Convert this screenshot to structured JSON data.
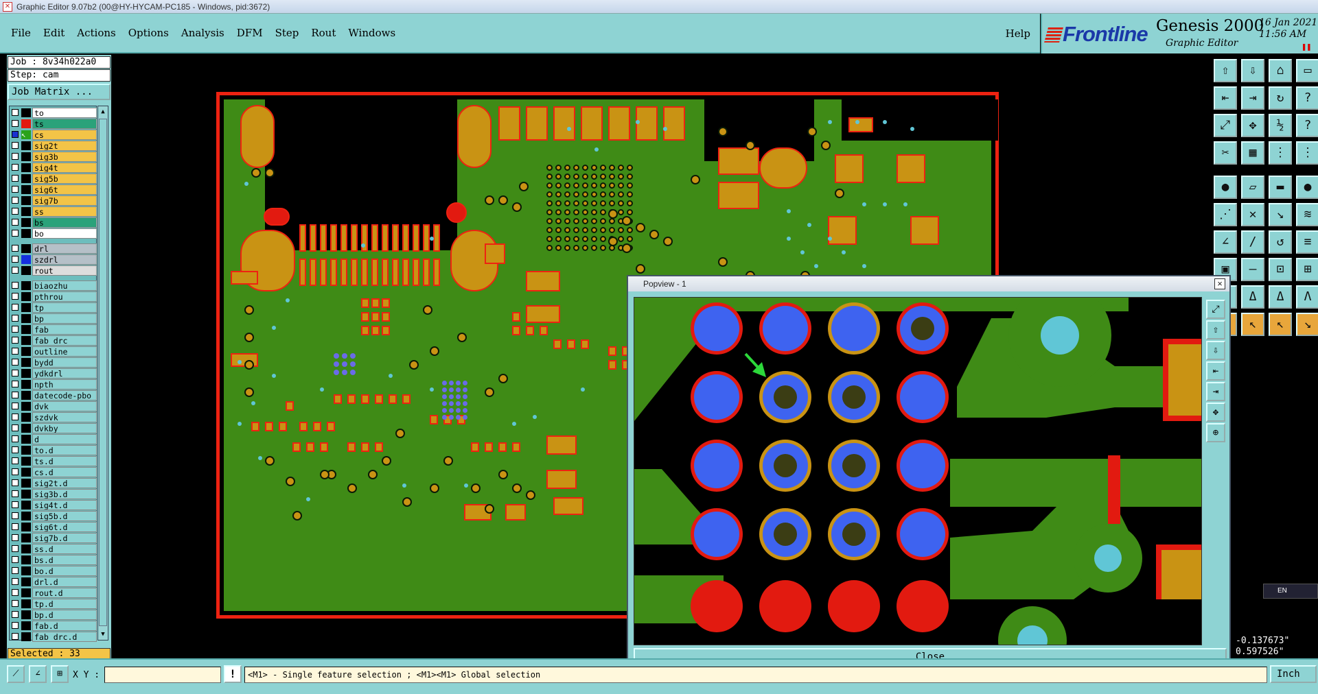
{
  "window": {
    "title": "Graphic Editor 9.07b2 (00@HY-HYCAM-PC185 - Windows, pid:3672)"
  },
  "menu": {
    "items": [
      "File",
      "Edit",
      "Actions",
      "Options",
      "Analysis",
      "DFM",
      "Step",
      "Rout",
      "Windows"
    ],
    "help": "Help"
  },
  "brand": {
    "logo": "Frontline",
    "product": "Genesis 2000",
    "subtitle": "Graphic Editor",
    "date": "16 Jan 2021",
    "time": "11:56 AM"
  },
  "job": {
    "job_label": "Job : 8v34h022a0",
    "step_label": "Step: cam",
    "matrix_button": "Job Matrix ..."
  },
  "layers": [
    {
      "name": "to",
      "color": "#000000",
      "bg": "#ffffff"
    },
    {
      "name": "ts",
      "color": "#e21a10",
      "bg": "#2aa27a"
    },
    {
      "name": "cs",
      "color": "#2aa21a",
      "bg": "#f3c447",
      "active": true
    },
    {
      "name": "sig2t",
      "color": "#000000",
      "bg": "#f3c447"
    },
    {
      "name": "sig3b",
      "color": "#000000",
      "bg": "#f3c447"
    },
    {
      "name": "sig4t",
      "color": "#000000",
      "bg": "#f3c447"
    },
    {
      "name": "sig5b",
      "color": "#000000",
      "bg": "#f3c447"
    },
    {
      "name": "sig6t",
      "color": "#000000",
      "bg": "#f3c447"
    },
    {
      "name": "sig7b",
      "color": "#000000",
      "bg": "#f3c447"
    },
    {
      "name": "ss",
      "color": "#000000",
      "bg": "#f3c447"
    },
    {
      "name": "bs",
      "color": "#000000",
      "bg": "#2aa27a"
    },
    {
      "name": "bo",
      "color": "#000000",
      "bg": "#ffffff"
    },
    {
      "name": "drl",
      "color": "#000000",
      "bg": "#b5c0c8"
    },
    {
      "name": "szdrl",
      "color": "#1530e0",
      "bg": "#b5c0c8"
    },
    {
      "name": "rout",
      "color": "#000000",
      "bg": "#dddddd"
    },
    {
      "name": "biaozhu",
      "color": "#000000",
      "bg": "#8ed3d3"
    },
    {
      "name": "pthrou",
      "color": "#000000",
      "bg": "#8ed3d3"
    },
    {
      "name": "tp",
      "color": "#000000",
      "bg": "#8ed3d3"
    },
    {
      "name": "bp",
      "color": "#000000",
      "bg": "#8ed3d3"
    },
    {
      "name": "fab",
      "color": "#000000",
      "bg": "#8ed3d3"
    },
    {
      "name": "fab_drc",
      "color": "#000000",
      "bg": "#8ed3d3"
    },
    {
      "name": "outline",
      "color": "#000000",
      "bg": "#8ed3d3"
    },
    {
      "name": "bydd",
      "color": "#000000",
      "bg": "#8ed3d3"
    },
    {
      "name": "ydkdrl",
      "color": "#000000",
      "bg": "#8ed3d3"
    },
    {
      "name": "npth",
      "color": "#000000",
      "bg": "#8ed3d3"
    },
    {
      "name": "datecode-pbo",
      "color": "#000000",
      "bg": "#8ed3d3"
    },
    {
      "name": "dvk",
      "color": "#000000",
      "bg": "#8ed3d3"
    },
    {
      "name": "szdvk",
      "color": "#000000",
      "bg": "#8ed3d3"
    },
    {
      "name": "dvkby",
      "color": "#000000",
      "bg": "#8ed3d3"
    },
    {
      "name": "d",
      "color": "#000000",
      "bg": "#8ed3d3"
    },
    {
      "name": "to.d",
      "color": "#000000",
      "bg": "#8ed3d3"
    },
    {
      "name": "ts.d",
      "color": "#000000",
      "bg": "#8ed3d3"
    },
    {
      "name": "cs.d",
      "color": "#000000",
      "bg": "#8ed3d3"
    },
    {
      "name": "sig2t.d",
      "color": "#000000",
      "bg": "#8ed3d3"
    },
    {
      "name": "sig3b.d",
      "color": "#000000",
      "bg": "#8ed3d3"
    },
    {
      "name": "sig4t.d",
      "color": "#000000",
      "bg": "#8ed3d3"
    },
    {
      "name": "sig5b.d",
      "color": "#000000",
      "bg": "#8ed3d3"
    },
    {
      "name": "sig6t.d",
      "color": "#000000",
      "bg": "#8ed3d3"
    },
    {
      "name": "sig7b.d",
      "color": "#000000",
      "bg": "#8ed3d3"
    },
    {
      "name": "ss.d",
      "color": "#000000",
      "bg": "#8ed3d3"
    },
    {
      "name": "bs.d",
      "color": "#000000",
      "bg": "#8ed3d3"
    },
    {
      "name": "bo.d",
      "color": "#000000",
      "bg": "#8ed3d3"
    },
    {
      "name": "drl.d",
      "color": "#000000",
      "bg": "#8ed3d3"
    },
    {
      "name": "rout.d",
      "color": "#000000",
      "bg": "#8ed3d3"
    },
    {
      "name": "tp.d",
      "color": "#000000",
      "bg": "#8ed3d3"
    },
    {
      "name": "bp.d",
      "color": "#000000",
      "bg": "#8ed3d3"
    },
    {
      "name": "fab.d",
      "color": "#000000",
      "bg": "#8ed3d3"
    },
    {
      "name": "fab_drc.d",
      "color": "#000000",
      "bg": "#8ed3d3"
    }
  ],
  "selection": {
    "label": "Selected : 33"
  },
  "popview": {
    "title": "Popview - 1",
    "close": "Close",
    "close_x": "×"
  },
  "coords": {
    "x": "-0.137673\"",
    "y": "0.597526\""
  },
  "status": {
    "xy_label": "X Y :",
    "xy_value": "",
    "message": "<M1> - Single feature selection ; <M1><M1> Global selection",
    "unit": "Inch",
    "excl": "!"
  },
  "language": "EN",
  "colors": {
    "panel": "#8ed3d3",
    "board_fill": "#3f8b16",
    "copper": "#c99314",
    "outline_red": "#e21a10",
    "via_blue": "#3e63f0",
    "via_cyan": "#60c6d6"
  }
}
